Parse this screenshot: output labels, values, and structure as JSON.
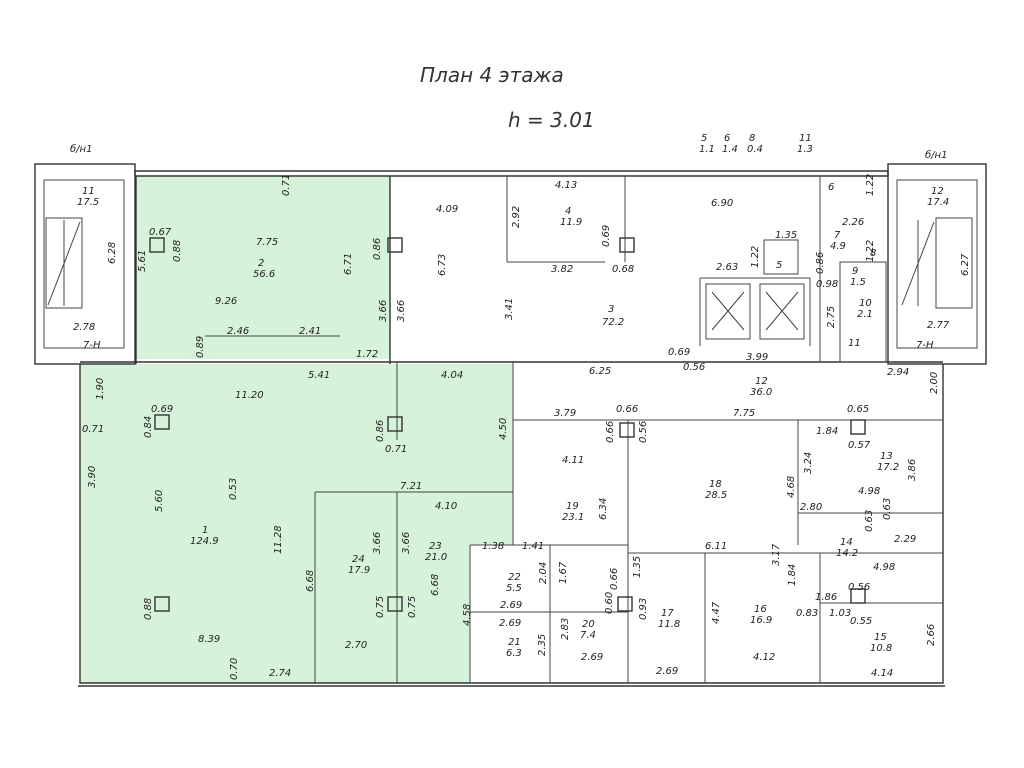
{
  "title": "План 4 этажа",
  "height_label": "h = 3.01",
  "colors": {
    "highlight": "#d6f2d8",
    "wall": "#333333"
  },
  "stair_labels": {
    "left_top": "б/н1",
    "right_top": "б/н1",
    "left_bottom": "7-Н",
    "right_bottom": "7-Н"
  },
  "header_codes": [
    {
      "num": "5",
      "area": "1.1"
    },
    {
      "num": "6",
      "area": "1.4"
    },
    {
      "num": "8",
      "area": "0.4"
    },
    {
      "num": "11",
      "area": "1.3"
    }
  ],
  "rooms": [
    {
      "num": "11",
      "area": "17.5"
    },
    {
      "num": "12",
      "area": "17.4"
    },
    {
      "num": "2",
      "area": "56.6"
    },
    {
      "num": "4",
      "area": "11.9"
    },
    {
      "num": "3",
      "area": "72.2"
    },
    {
      "num": "1",
      "area": "124.9"
    },
    {
      "num": "12",
      "area": "36.0"
    },
    {
      "num": "13",
      "area": "17.2"
    },
    {
      "num": "18",
      "area": "28.5"
    },
    {
      "num": "19",
      "area": "23.1"
    },
    {
      "num": "14",
      "area": "14.2"
    },
    {
      "num": "24",
      "area": "17.9"
    },
    {
      "num": "23",
      "area": "21.0"
    },
    {
      "num": "22",
      "area": "5.5"
    },
    {
      "num": "21",
      "area": "6.3"
    },
    {
      "num": "20",
      "area": "7.4"
    },
    {
      "num": "17",
      "area": "11.8"
    },
    {
      "num": "16",
      "area": "16.9"
    },
    {
      "num": "15",
      "area": "10.8"
    },
    {
      "num": "7",
      "area": "4.9"
    },
    {
      "num": "9",
      "area": "1.5"
    },
    {
      "num": "10",
      "area": "2.1"
    }
  ],
  "small_labels": [
    "6",
    "5",
    "8",
    "11"
  ],
  "dims": [
    "6.28",
    "5.61",
    "2.78",
    "7.75",
    "0.71",
    "0.67",
    "0.88",
    "6.71",
    "0.86",
    "3.66",
    "3.66",
    "9.26",
    "2.46",
    "2.41",
    "0.89",
    "1.72",
    "4.09",
    "6.73",
    "3.41",
    "4.13",
    "2.92",
    "0.69",
    "3.82",
    "0.68",
    "6.90",
    "1.35",
    "1.22",
    "2.63",
    "0.86",
    "1.22",
    "2.26",
    "0.98",
    "2.75",
    "3.99",
    "0.69",
    "0.56",
    "6.27",
    "2.77",
    "2.94",
    "1.22",
    "1.90",
    "0.71",
    "11.20",
    "5.41",
    "4.04",
    "0.69",
    "0.84",
    "0.86",
    "0.71",
    "4.50",
    "3.79",
    "0.66",
    "7.75",
    "0.65",
    "1.84",
    "0.57",
    "3.24",
    "3.86",
    "4.98",
    "4.11",
    "0.66",
    "0.56",
    "4.68",
    "2.80",
    "0.63",
    "0.63",
    "7.21",
    "4.10",
    "6.34",
    "2.29",
    "3.90",
    "5.60",
    "0.53",
    "11.28",
    "1.38",
    "1.41",
    "6.11",
    "3.17",
    "4.98",
    "6.68",
    "6.68",
    "3.66",
    "3.66",
    "2.04",
    "1.67",
    "1.35",
    "1.84",
    "1.86",
    "0.56",
    "2.69",
    "0.66",
    "0.88",
    "0.75",
    "0.75",
    "4.58",
    "2.69",
    "2.83",
    "0.60",
    "0.93",
    "4.47",
    "0.83",
    "1.03",
    "0.55",
    "2.66",
    "8.39",
    "2.70",
    "2.35",
    "2.69",
    "2.69",
    "4.12",
    "4.14",
    "0.70",
    "2.74",
    "2.00",
    "6.25"
  ]
}
